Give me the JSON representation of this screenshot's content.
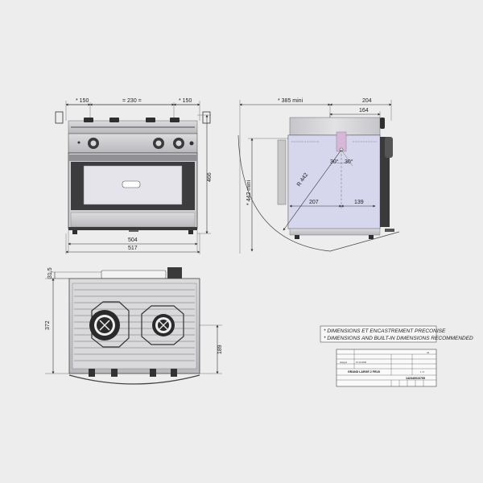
{
  "front_view": {
    "burner_spacing_left": "* 150",
    "burner_spacing_mid": "= 230 =",
    "burner_spacing_right": "* 150",
    "height": "466",
    "width_inner": "504",
    "width_outer": "517"
  },
  "side_view": {
    "min_clearance": "* 385 mini",
    "depth_total": "204",
    "depth_inner": "164",
    "height_min": "* 442 mini",
    "radius": "R 442",
    "angle": "30°",
    "base_left": "207",
    "base_right": "139"
  },
  "top_view": {
    "rail_offset": "31,5",
    "depth": "372",
    "burner_offset": "189"
  },
  "notes": {
    "line1": "* DIMENSIONS ET ENCASTREMENT PRECONISE",
    "line2": "* DIMENSIONS AND BUILT-IN DIMENSIONS RECOMMENDED"
  },
  "title_block": {
    "model": "GRAND LARGE 2 FEUX",
    "part_number": "142340010755",
    "scale": "1 / 5",
    "designer": "designé",
    "date": "07.10.2008",
    "format": "A4"
  },
  "colors": {
    "background": "#ededed",
    "steel": "#c9c9cc",
    "dark": "#3a3a3a",
    "oven_window": "#e4e4ea",
    "interior_blue": "#c9c9ec",
    "dimension_line": "#333333"
  }
}
